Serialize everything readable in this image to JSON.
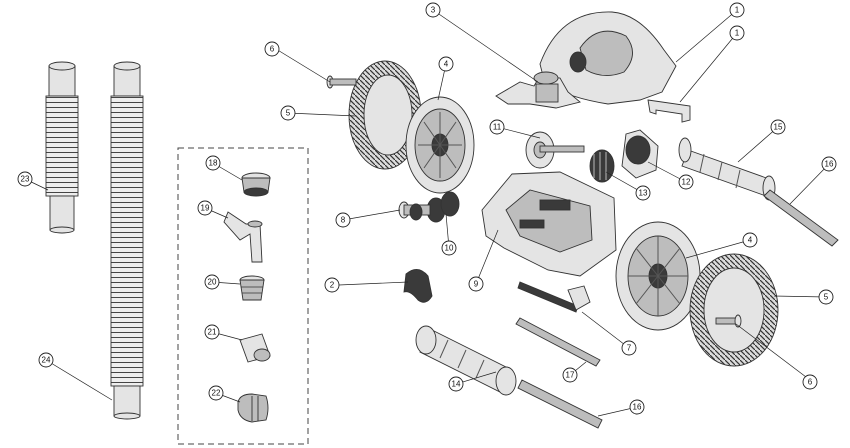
{
  "callouts": [
    {
      "id": "c1a",
      "label": "1"
    },
    {
      "id": "c1b",
      "label": "1"
    },
    {
      "id": "c2",
      "label": "2"
    },
    {
      "id": "c3",
      "label": "3"
    },
    {
      "id": "c4a",
      "label": "4"
    },
    {
      "id": "c4b",
      "label": "4"
    },
    {
      "id": "c5a",
      "label": "5"
    },
    {
      "id": "c5b",
      "label": "5"
    },
    {
      "id": "c6a",
      "label": "6"
    },
    {
      "id": "c6b",
      "label": "6"
    },
    {
      "id": "c7",
      "label": "7"
    },
    {
      "id": "c8",
      "label": "8"
    },
    {
      "id": "c9",
      "label": "9"
    },
    {
      "id": "c10",
      "label": "10"
    },
    {
      "id": "c11",
      "label": "11"
    },
    {
      "id": "c12",
      "label": "12"
    },
    {
      "id": "c13",
      "label": "13"
    },
    {
      "id": "c14",
      "label": "14"
    },
    {
      "id": "c15",
      "label": "15"
    },
    {
      "id": "c16a",
      "label": "16"
    },
    {
      "id": "c16b",
      "label": "16"
    },
    {
      "id": "c17",
      "label": "17"
    },
    {
      "id": "c18",
      "label": "18"
    },
    {
      "id": "c19",
      "label": "19"
    },
    {
      "id": "c20",
      "label": "20"
    },
    {
      "id": "c21",
      "label": "21"
    },
    {
      "id": "c22",
      "label": "22"
    },
    {
      "id": "c23",
      "label": "23"
    },
    {
      "id": "c24",
      "label": "24"
    }
  ]
}
